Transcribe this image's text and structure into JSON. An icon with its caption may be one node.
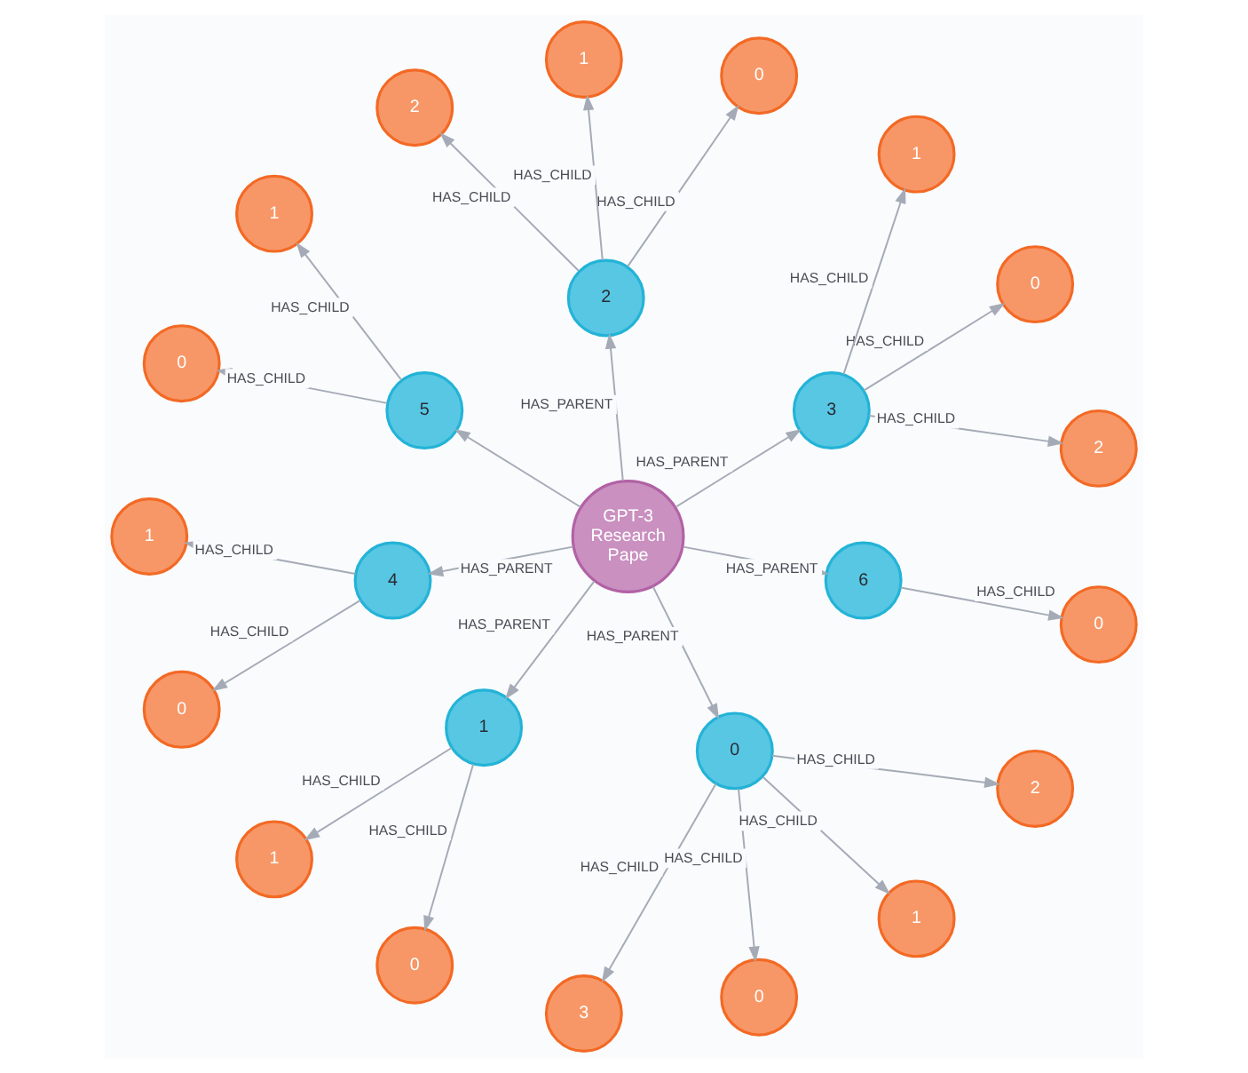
{
  "diagram": {
    "nodes": [
      {
        "text": [
          "2"
        ]
      },
      {
        "text": [
          "0"
        ]
      },
      {
        "text": [
          "1"
        ]
      },
      {
        "text": [
          "0"
        ]
      },
      {
        "text": [
          "3"
        ]
      },
      {
        "text": [
          "1"
        ]
      },
      {
        "text": [
          "1"
        ]
      },
      {
        "text": [
          "2"
        ]
      },
      {
        "text": [
          "2"
        ]
      },
      {
        "text": [
          "1"
        ]
      },
      {
        "text": [
          "5"
        ]
      },
      {
        "text": [
          "1"
        ]
      },
      {
        "text": [
          "0"
        ]
      },
      {
        "text": [
          "4"
        ]
      },
      {
        "text": [
          "3"
        ]
      },
      {
        "text": [
          "GPT-3 Research Pape"
        ]
      },
      {
        "text": [
          "0"
        ]
      },
      {
        "text": [
          "0"
        ]
      },
      {
        "text": [
          "1"
        ]
      },
      {
        "text": [
          "0"
        ]
      },
      {
        "text": [
          "1"
        ]
      },
      {
        "text": [
          "0"
        ]
      },
      {
        "text": [
          "6"
        ]
      },
      {
        "text": [
          "2"
        ]
      },
      {
        "text": [
          "0"
        ]
      }
    ],
    "edges": [
      {
        "from": 4,
        "to": 0,
        "arrow": "to",
        "label": "HAS_CHILD"
      },
      {
        "from": 4,
        "to": 1,
        "arrow": "to",
        "label": "HAS_CHILD"
      },
      {
        "from": 4,
        "to": 2,
        "arrow": "to",
        "label": "HAS_CHILD"
      },
      {
        "from": 7,
        "to": 3,
        "arrow": "to",
        "label": "HAS_CHILD"
      },
      {
        "from": 7,
        "to": 6,
        "arrow": "to",
        "label": "HAS_CHILD"
      },
      {
        "from": 7,
        "to": 8,
        "arrow": "to",
        "label": "HAS_CHILD"
      },
      {
        "from": 10,
        "to": 5,
        "arrow": "to",
        "label": "HAS_CHILD"
      },
      {
        "from": 10,
        "to": 16,
        "arrow": "to",
        "label": "HAS_CHILD"
      },
      {
        "from": 13,
        "to": 9,
        "arrow": "to",
        "label": "HAS_CHILD"
      },
      {
        "from": 13,
        "to": 12,
        "arrow": "to",
        "label": "HAS_CHILD"
      },
      {
        "from": 18,
        "to": 11,
        "arrow": "to",
        "label": "HAS_CHILD"
      },
      {
        "from": 18,
        "to": 21,
        "arrow": "to",
        "label": "HAS_CHILD"
      },
      {
        "from": 22,
        "to": 24,
        "arrow": "to",
        "label": "HAS_CHILD"
      },
      {
        "from": 19,
        "to": 14,
        "arrow": "to",
        "label": "HAS_CHILD"
      },
      {
        "from": 19,
        "to": 17,
        "arrow": "to",
        "label": "HAS_CHILD"
      },
      {
        "from": 19,
        "to": 20,
        "arrow": "to",
        "label": "HAS_CHILD"
      },
      {
        "from": 19,
        "to": 23,
        "arrow": "to",
        "label": "HAS_CHILD"
      },
      {
        "from": 15,
        "to": 7,
        "arrow": "to",
        "label": "HAS_PARENT"
      },
      {
        "from": 15,
        "to": 4,
        "arrow": "to",
        "label": "HAS_PARENT"
      },
      {
        "from": 15,
        "to": 10,
        "arrow": "to"
      },
      {
        "from": 15,
        "to": 13,
        "arrow": "to",
        "label": "HAS_PARENT"
      },
      {
        "from": 15,
        "to": 18,
        "arrow": "to",
        "label": "HAS_PARENT"
      },
      {
        "from": 15,
        "to": 22,
        "arrow": "to",
        "label": "HAS_PARENT"
      },
      {
        "from": 15,
        "to": 19,
        "arrow": "to",
        "label": "HAS_PARENT"
      }
    ]
  }
}
